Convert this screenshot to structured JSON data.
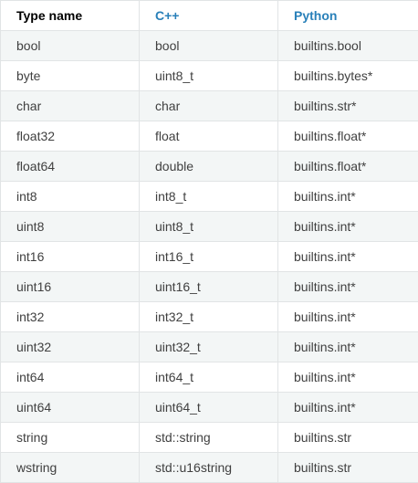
{
  "table": {
    "headers": {
      "type_name": "Type name",
      "cpp": "C++",
      "python": "Python"
    },
    "rows": [
      [
        "bool",
        "bool",
        "builtins.bool"
      ],
      [
        "byte",
        "uint8_t",
        "builtins.bytes*"
      ],
      [
        "char",
        "char",
        "builtins.str*"
      ],
      [
        "float32",
        "float",
        "builtins.float*"
      ],
      [
        "float64",
        "double",
        "builtins.float*"
      ],
      [
        "int8",
        "int8_t",
        "builtins.int*"
      ],
      [
        "uint8",
        "uint8_t",
        "builtins.int*"
      ],
      [
        "int16",
        "int16_t",
        "builtins.int*"
      ],
      [
        "uint16",
        "uint16_t",
        "builtins.int*"
      ],
      [
        "int32",
        "int32_t",
        "builtins.int*"
      ],
      [
        "uint32",
        "uint32_t",
        "builtins.int*"
      ],
      [
        "int64",
        "int64_t",
        "builtins.int*"
      ],
      [
        "uint64",
        "uint64_t",
        "builtins.int*"
      ],
      [
        "string",
        "std::string",
        "builtins.str"
      ],
      [
        "wstring",
        "std::u16string",
        "builtins.str"
      ]
    ]
  }
}
